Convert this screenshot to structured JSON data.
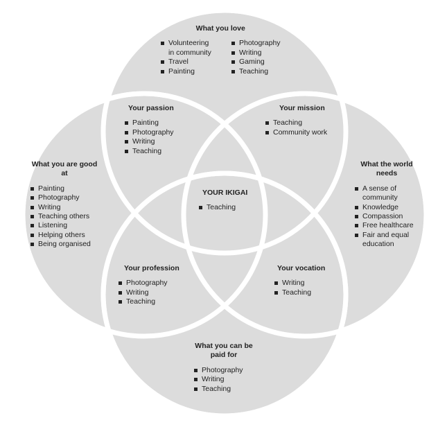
{
  "colors": {
    "circle_fill": "#dcdcdc",
    "circle_stroke": "#ffffff",
    "text": "#222222"
  },
  "love": {
    "title": "What you love",
    "col1": [
      "Volunteering in community",
      "Travel",
      "Painting"
    ],
    "col2": [
      "Photography",
      "Writing",
      "Gaming",
      "Teaching"
    ]
  },
  "good_at": {
    "title": "What you are good at",
    "items": [
      "Painting",
      "Photography",
      "Writing",
      "Teaching others",
      "Listening",
      "Helping others",
      "Being organised"
    ]
  },
  "world_needs": {
    "title": "What the world needs",
    "items": [
      "A sense of community",
      "Knowledge",
      "Compassion",
      "Free healthcare",
      "Fair and equal education"
    ]
  },
  "paid_for": {
    "title": "What you can be paid for",
    "items": [
      "Photography",
      "Writing",
      "Teaching"
    ]
  },
  "passion": {
    "title": "Your passion",
    "items": [
      "Painting",
      "Photography",
      "Writing",
      "Teaching"
    ]
  },
  "mission": {
    "title": "Your mission",
    "items": [
      "Teaching",
      "Community work"
    ]
  },
  "profession": {
    "title": "Your profession",
    "items": [
      "Photography",
      "Writing",
      "Teaching"
    ]
  },
  "vocation": {
    "title": "Your vocation",
    "items": [
      "Writing",
      "Teaching"
    ]
  },
  "ikigai": {
    "title": "YOUR IKIGAI",
    "items": [
      "Teaching"
    ]
  }
}
